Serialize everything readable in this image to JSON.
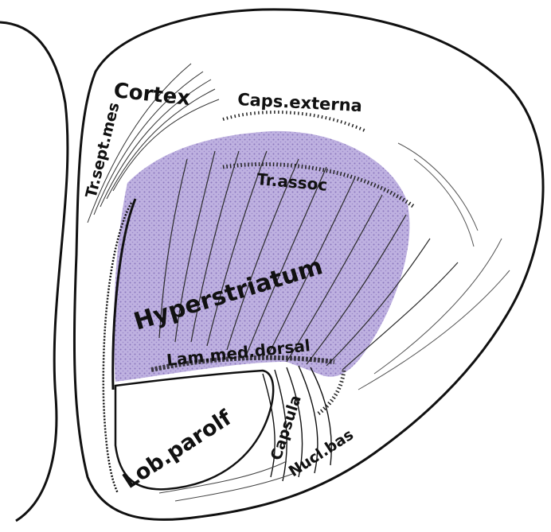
{
  "labels": {
    "cortex": "Cortex",
    "caps_externa": "Caps.externa",
    "tr_sept_mes": "Tr.sept.mes",
    "tr_assoc": "Tr.assoc",
    "hyperstriatum": "Hyperstriatum",
    "lam_med_dorsal": "Lam.med.dorsal",
    "lob_parolf": "Lob.parolf",
    "capsula": "Capsula",
    "nucl_bas": "Nucl.bas"
  },
  "colors": {
    "ink": "#111111",
    "stain": "#9a84c8",
    "stain_light": "#c9bde6",
    "background": "#ffffff"
  }
}
